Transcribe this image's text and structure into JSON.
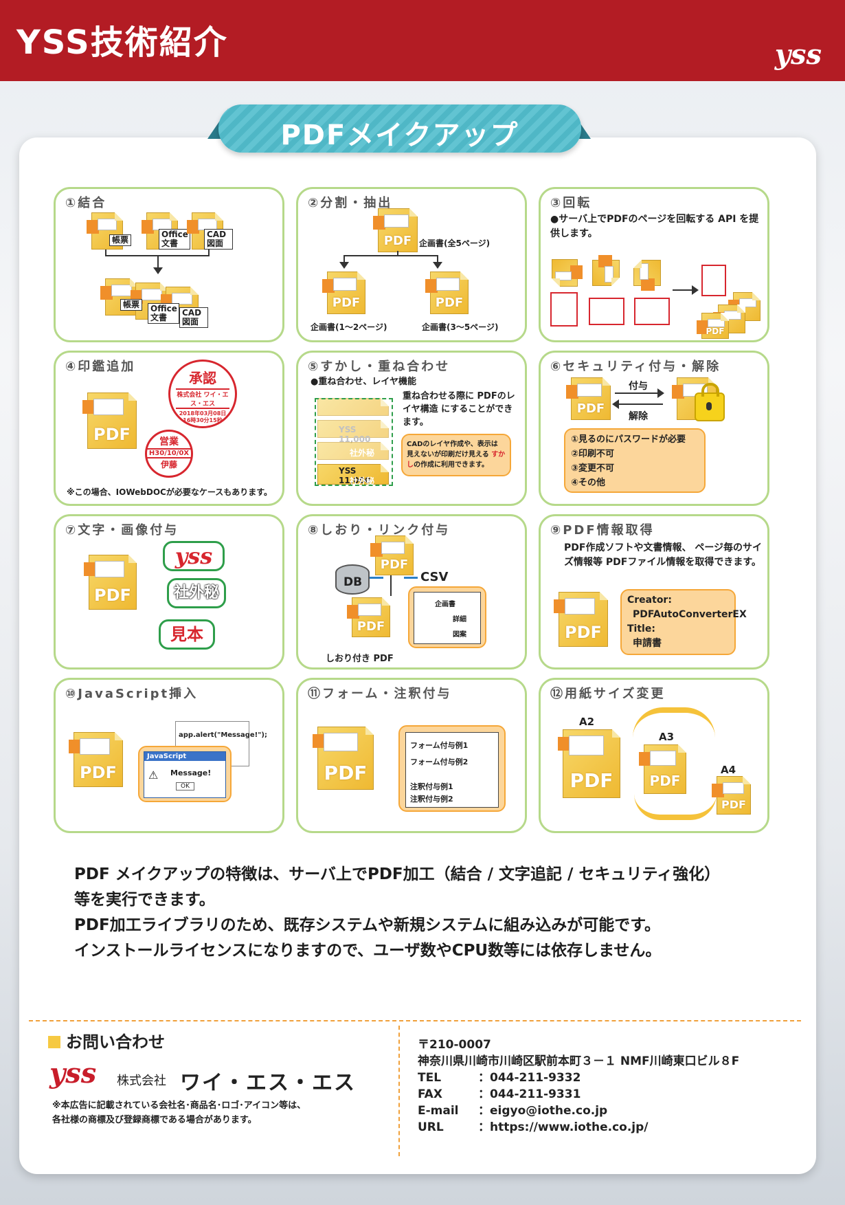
{
  "header": {
    "title": "YSS技術紹介",
    "logo": "yss"
  },
  "banner": {
    "title": "PDFメイクアップ"
  },
  "pdf_label": "PDF",
  "panels": {
    "p1": {
      "title": "①結合",
      "tags": [
        "帳票",
        "Office 文書",
        "CAD 図面"
      ]
    },
    "p2": {
      "title": "②分割・抽出",
      "src": "企画書(全5ページ)",
      "out1": "企画書(1～2ページ)",
      "out2": "企画書(3～5ページ)"
    },
    "p3": {
      "title": "③回転",
      "text": "●サーバ上でPDFのページを回転する API を提供します。"
    },
    "p4": {
      "title": "④印鑑追加",
      "stamp1_head": "承認",
      "stamp1_co": "株式会社 ワイ・エス・エス",
      "stamp1_date": "2018年03月08日 16時30分15秒",
      "stamp2_top": "営業",
      "stamp2_mid": "H30/10/0X",
      "stamp2_bot": "伊藤",
      "note": "※この場合、IOWebDOCが必要なケースもあります。"
    },
    "p5": {
      "title": "⑤すかし・重ね合わせ",
      "text1": "●重ね合わせ、レイヤ機能",
      "text2": "重ね合わせる際に PDFのレイヤ構造 にすることができます。",
      "bubble_pre": "CADのレイヤ作成や、表示は 見えないが印刷だけ見える ",
      "bubble_red": "すかし",
      "bubble_post": "の作成に利用できます。",
      "layer1": "YSS 11,000",
      "layer2": "社外秘",
      "layer3": "YSS 11,000",
      "layer4": "社外秘"
    },
    "p6": {
      "title": "⑥セキュリティ付与・解除",
      "grant": "付与",
      "release": "解除",
      "items": [
        "①見るのにパスワードが必要",
        "②印刷不可",
        "③変更不可",
        "④その他"
      ]
    },
    "p7": {
      "title": "⑦文字・画像付与",
      "label1": "yss",
      "label2": "社外秘",
      "label3": "見本"
    },
    "p8": {
      "title": "⑧しおり・リンク付与",
      "db": "DB",
      "csv": "CSV",
      "caption": "しおり付き PDF",
      "tree": [
        "企画書",
        "詳細",
        "図案"
      ]
    },
    "p9": {
      "title": "⑨PDF情報取得",
      "text": "PDF作成ソフトや文書情報、 ページ毎のサイズ情報等 PDFファイル情報を取得できます。",
      "creator_k": "Creator:",
      "creator_v": "PDFAutoConverterEX",
      "title_k": "Title:",
      "title_v": "申請書"
    },
    "p10": {
      "title": "⑩JavaScript挿入",
      "code": "app.alert(\"Message!\");",
      "dialog_title": "JavaScript",
      "dialog_msg": "Message!",
      "dialog_ok": "OK"
    },
    "p11": {
      "title": "⑪フォーム・注釈付与",
      "form1": "フォーム付与例1",
      "form2": "フォーム付与例2",
      "note1": "注釈付与例1",
      "note2": "注釈付与例2"
    },
    "p12": {
      "title": "⑫用紙サイズ変更",
      "a2": "A2",
      "a3": "A3",
      "a4": "A4"
    }
  },
  "description": [
    "PDF メイクアップの特徴は、サーバ上でPDF加工（結合 / 文字追記 / セキュリティ強化）",
    "等を実行できます。",
    "PDF加工ライブラリのため、既存システムや新規システムに組み込みが可能です。",
    "インストールライセンスになりますので、ユーザ数やCPU数等には依存しません。"
  ],
  "footer": {
    "contact": "お問い合わせ",
    "logo": "yss",
    "kk": "株式会社",
    "name": "ワイ・エス・エス",
    "note1": "※本広告に記載されている会社名･商品名･ロゴ･アイコン等は、",
    "note2": "各社様の商標及び登録商標である場合があります。",
    "zip": "〒210-0007",
    "address": "神奈川県川崎市川崎区駅前本町３－１ NMF川崎東口ビル８F",
    "tel_k": "TEL",
    "tel": "：044-211-9332",
    "fax_k": "FAX",
    "fax": "：044-211-9331",
    "mail_k": "E-mail",
    "mail": "：eigyo@iothe.co.jp",
    "url_k": "URL",
    "url": "：https://www.iothe.co.jp/"
  },
  "colors": {
    "header": "#b31c24",
    "banner": "#4fb7c6",
    "panel_border": "#b6d98a",
    "pdf_icon": "#f3c545",
    "accent_orange": "#f5a738"
  }
}
